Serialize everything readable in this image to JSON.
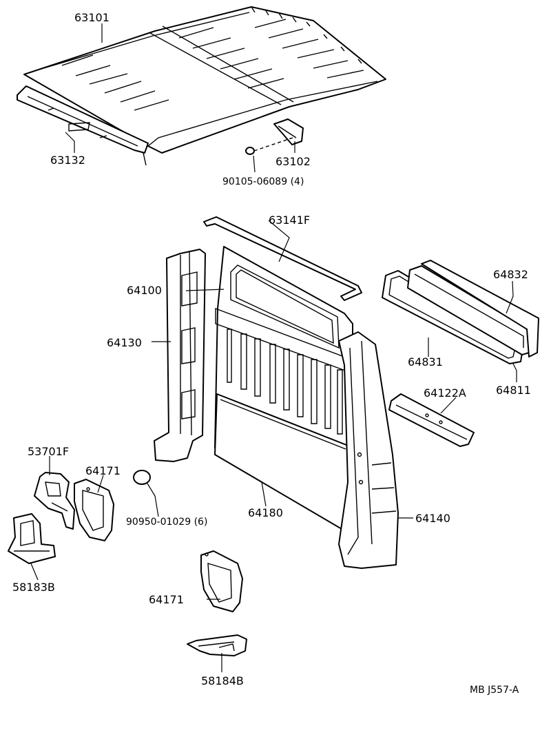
{
  "labels": {
    "p63101": "63101",
    "p63132": "63132",
    "p63102": "63102",
    "p90105": "90105-06089 (4)",
    "p63141F": "63141F",
    "p64100": "64100",
    "p64130": "64130",
    "p64832": "64832",
    "p64831": "64831",
    "p64811": "64811",
    "p64122A": "64122A",
    "p53701F": "53701F",
    "p64171a": "64171",
    "p90950": "90950-01029 (6)",
    "p64180": "64180",
    "p64140": "64140",
    "p58183B": "58183B",
    "p64171b": "64171",
    "p58184B": "58184B",
    "diagram_code": "MB  J557-A"
  }
}
